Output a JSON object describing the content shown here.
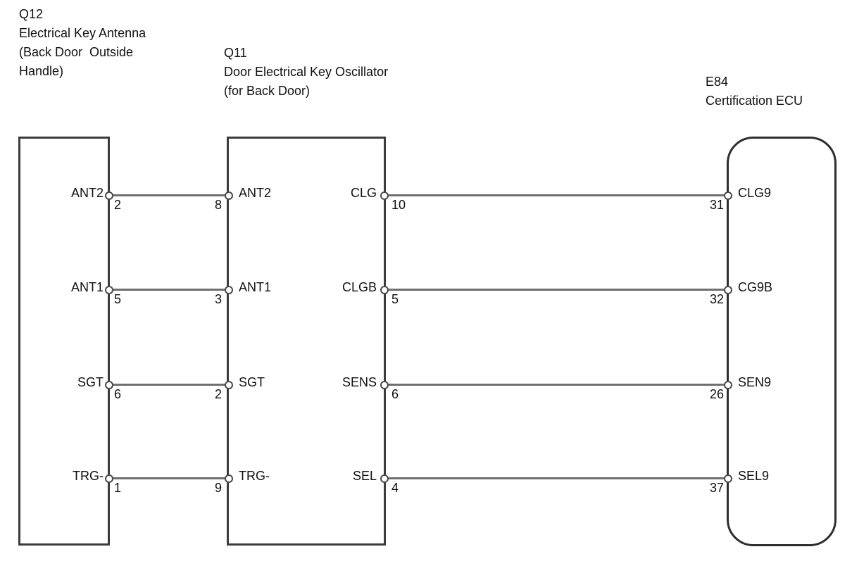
{
  "connectors": {
    "q12": {
      "code": "Q12",
      "name_lines": [
        "Electrical Key Antenna",
        "(Back Door  Outside",
        "Handle)"
      ]
    },
    "q11": {
      "code": "Q11",
      "name_lines": [
        "Door Electrical Key Oscillator",
        "(for Back Door)"
      ]
    },
    "e84": {
      "code": "E84",
      "name_lines": [
        "Certification ECU"
      ]
    }
  },
  "rows": [
    {
      "q12": {
        "label": "ANT2",
        "pin": "2"
      },
      "q11_left": {
        "label": "ANT2",
        "pin": "8"
      },
      "q11_right": {
        "label": "CLG",
        "pin": "10"
      },
      "e84": {
        "label": "CLG9",
        "pin": "31"
      }
    },
    {
      "q12": {
        "label": "ANT1",
        "pin": "5"
      },
      "q11_left": {
        "label": "ANT1",
        "pin": "3"
      },
      "q11_right": {
        "label": "CLGB",
        "pin": "5"
      },
      "e84": {
        "label": "CG9B",
        "pin": "32"
      }
    },
    {
      "q12": {
        "label": "SGT",
        "pin": "6"
      },
      "q11_left": {
        "label": "SGT",
        "pin": "2"
      },
      "q11_right": {
        "label": "SENS",
        "pin": "6"
      },
      "e84": {
        "label": "SEN9",
        "pin": "26"
      }
    },
    {
      "q12": {
        "label": "TRG-",
        "pin": "1"
      },
      "q11_left": {
        "label": "TRG-",
        "pin": "9"
      },
      "q11_right": {
        "label": "SEL",
        "pin": "4"
      },
      "e84": {
        "label": "SEL9",
        "pin": "37"
      }
    }
  ],
  "colors": {
    "wire": "#6f6f6f",
    "box_border": "#3c3c3c",
    "box_border_dark": "#2e2e2e",
    "text": "#111111",
    "pin_fill": "#ffffff",
    "pin_stroke": "#4a4a4a"
  }
}
